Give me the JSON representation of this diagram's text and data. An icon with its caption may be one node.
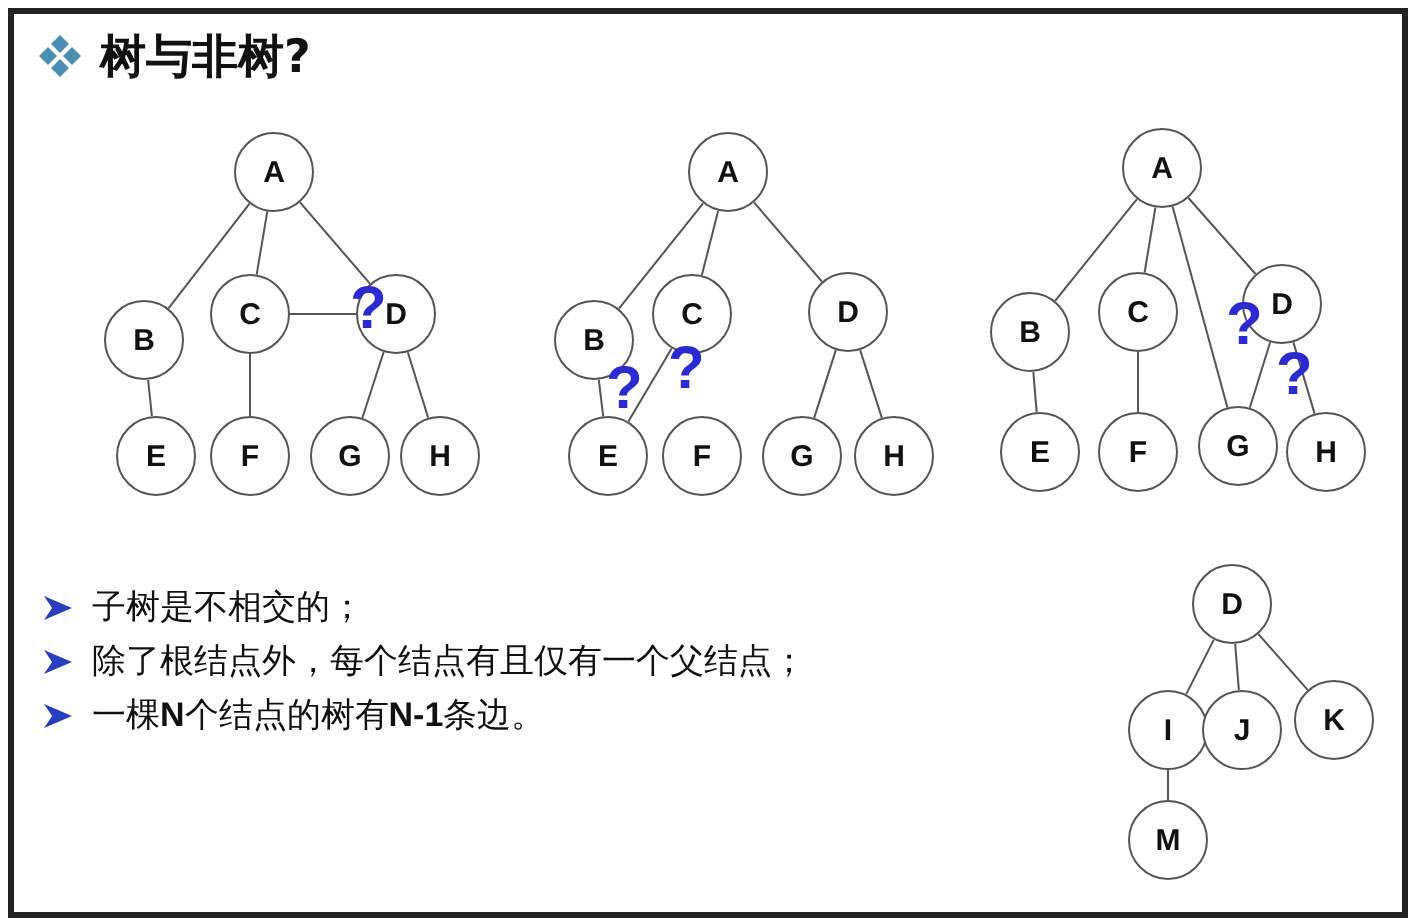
{
  "diagram": {
    "title": "树与非树?",
    "nodes": [
      {
        "text": [
          "A"
        ]
      },
      {
        "text": [
          "B"
        ]
      },
      {
        "text": [
          "C"
        ]
      },
      {
        "text": [
          "D"
        ]
      },
      {
        "text": [
          "E"
        ]
      },
      {
        "text": [
          "F"
        ]
      },
      {
        "text": [
          "G"
        ]
      },
      {
        "text": [
          "H"
        ]
      },
      {
        "text": [
          "A"
        ]
      },
      {
        "text": [
          "B"
        ]
      },
      {
        "text": [
          "C"
        ]
      },
      {
        "text": [
          "D"
        ]
      },
      {
        "text": [
          "E"
        ]
      },
      {
        "text": [
          "F"
        ]
      },
      {
        "text": [
          "G"
        ]
      },
      {
        "text": [
          "H"
        ]
      },
      {
        "text": [
          "A"
        ]
      },
      {
        "text": [
          "B"
        ]
      },
      {
        "text": [
          "C"
        ]
      },
      {
        "text": [
          "D"
        ]
      },
      {
        "text": [
          "E"
        ]
      },
      {
        "text": [
          "F"
        ]
      },
      {
        "text": [
          "G"
        ]
      },
      {
        "text": [
          "H"
        ]
      },
      {
        "text": [
          "D"
        ]
      },
      {
        "text": [
          "I"
        ]
      },
      {
        "text": [
          "J"
        ]
      },
      {
        "text": [
          "K"
        ]
      },
      {
        "text": [
          "M"
        ]
      }
    ],
    "edges": [
      {
        "from": 0,
        "to": 1,
        "arrow": "none"
      },
      {
        "from": 0,
        "to": 2,
        "arrow": "none"
      },
      {
        "from": 0,
        "to": 3,
        "arrow": "none"
      },
      {
        "from": 1,
        "to": 4,
        "arrow": "none"
      },
      {
        "from": 2,
        "to": 5,
        "arrow": "none"
      },
      {
        "from": 2,
        "to": 3,
        "arrow": "none"
      },
      {
        "from": 3,
        "to": 6,
        "arrow": "none"
      },
      {
        "from": 3,
        "to": 7,
        "arrow": "none"
      },
      {
        "from": 8,
        "to": 9,
        "arrow": "none"
      },
      {
        "from": 8,
        "to": 10,
        "arrow": "none"
      },
      {
        "from": 8,
        "to": 11,
        "arrow": "none"
      },
      {
        "from": 9,
        "to": 12,
        "arrow": "none"
      },
      {
        "from": 10,
        "to": 12,
        "arrow": "none"
      },
      {
        "from": 11,
        "to": 14,
        "arrow": "none"
      },
      {
        "from": 11,
        "to": 15,
        "arrow": "none"
      },
      {
        "from": 16,
        "to": 17,
        "arrow": "none"
      },
      {
        "from": 16,
        "to": 18,
        "arrow": "none"
      },
      {
        "from": 16,
        "to": 22,
        "arrow": "none"
      },
      {
        "from": 16,
        "to": 19,
        "arrow": "none"
      },
      {
        "from": 17,
        "to": 20,
        "arrow": "none"
      },
      {
        "from": 18,
        "to": 21,
        "arrow": "none"
      },
      {
        "from": 19,
        "to": 22,
        "arrow": "none"
      },
      {
        "from": 19,
        "to": 23,
        "arrow": "none"
      },
      {
        "from": 24,
        "to": 25,
        "arrow": "none"
      },
      {
        "from": 24,
        "to": 26,
        "arrow": "none"
      },
      {
        "from": 24,
        "to": 27,
        "arrow": "none"
      },
      {
        "from": 25,
        "to": 28,
        "arrow": "none"
      }
    ],
    "labels": [
      "?",
      "?",
      "?",
      "?",
      "?",
      "子树是不相交的；",
      "除了根结点外，每个结点有且仅有一个父结点；",
      "一棵**N**个结点的树有**N-1**条边。"
    ]
  }
}
